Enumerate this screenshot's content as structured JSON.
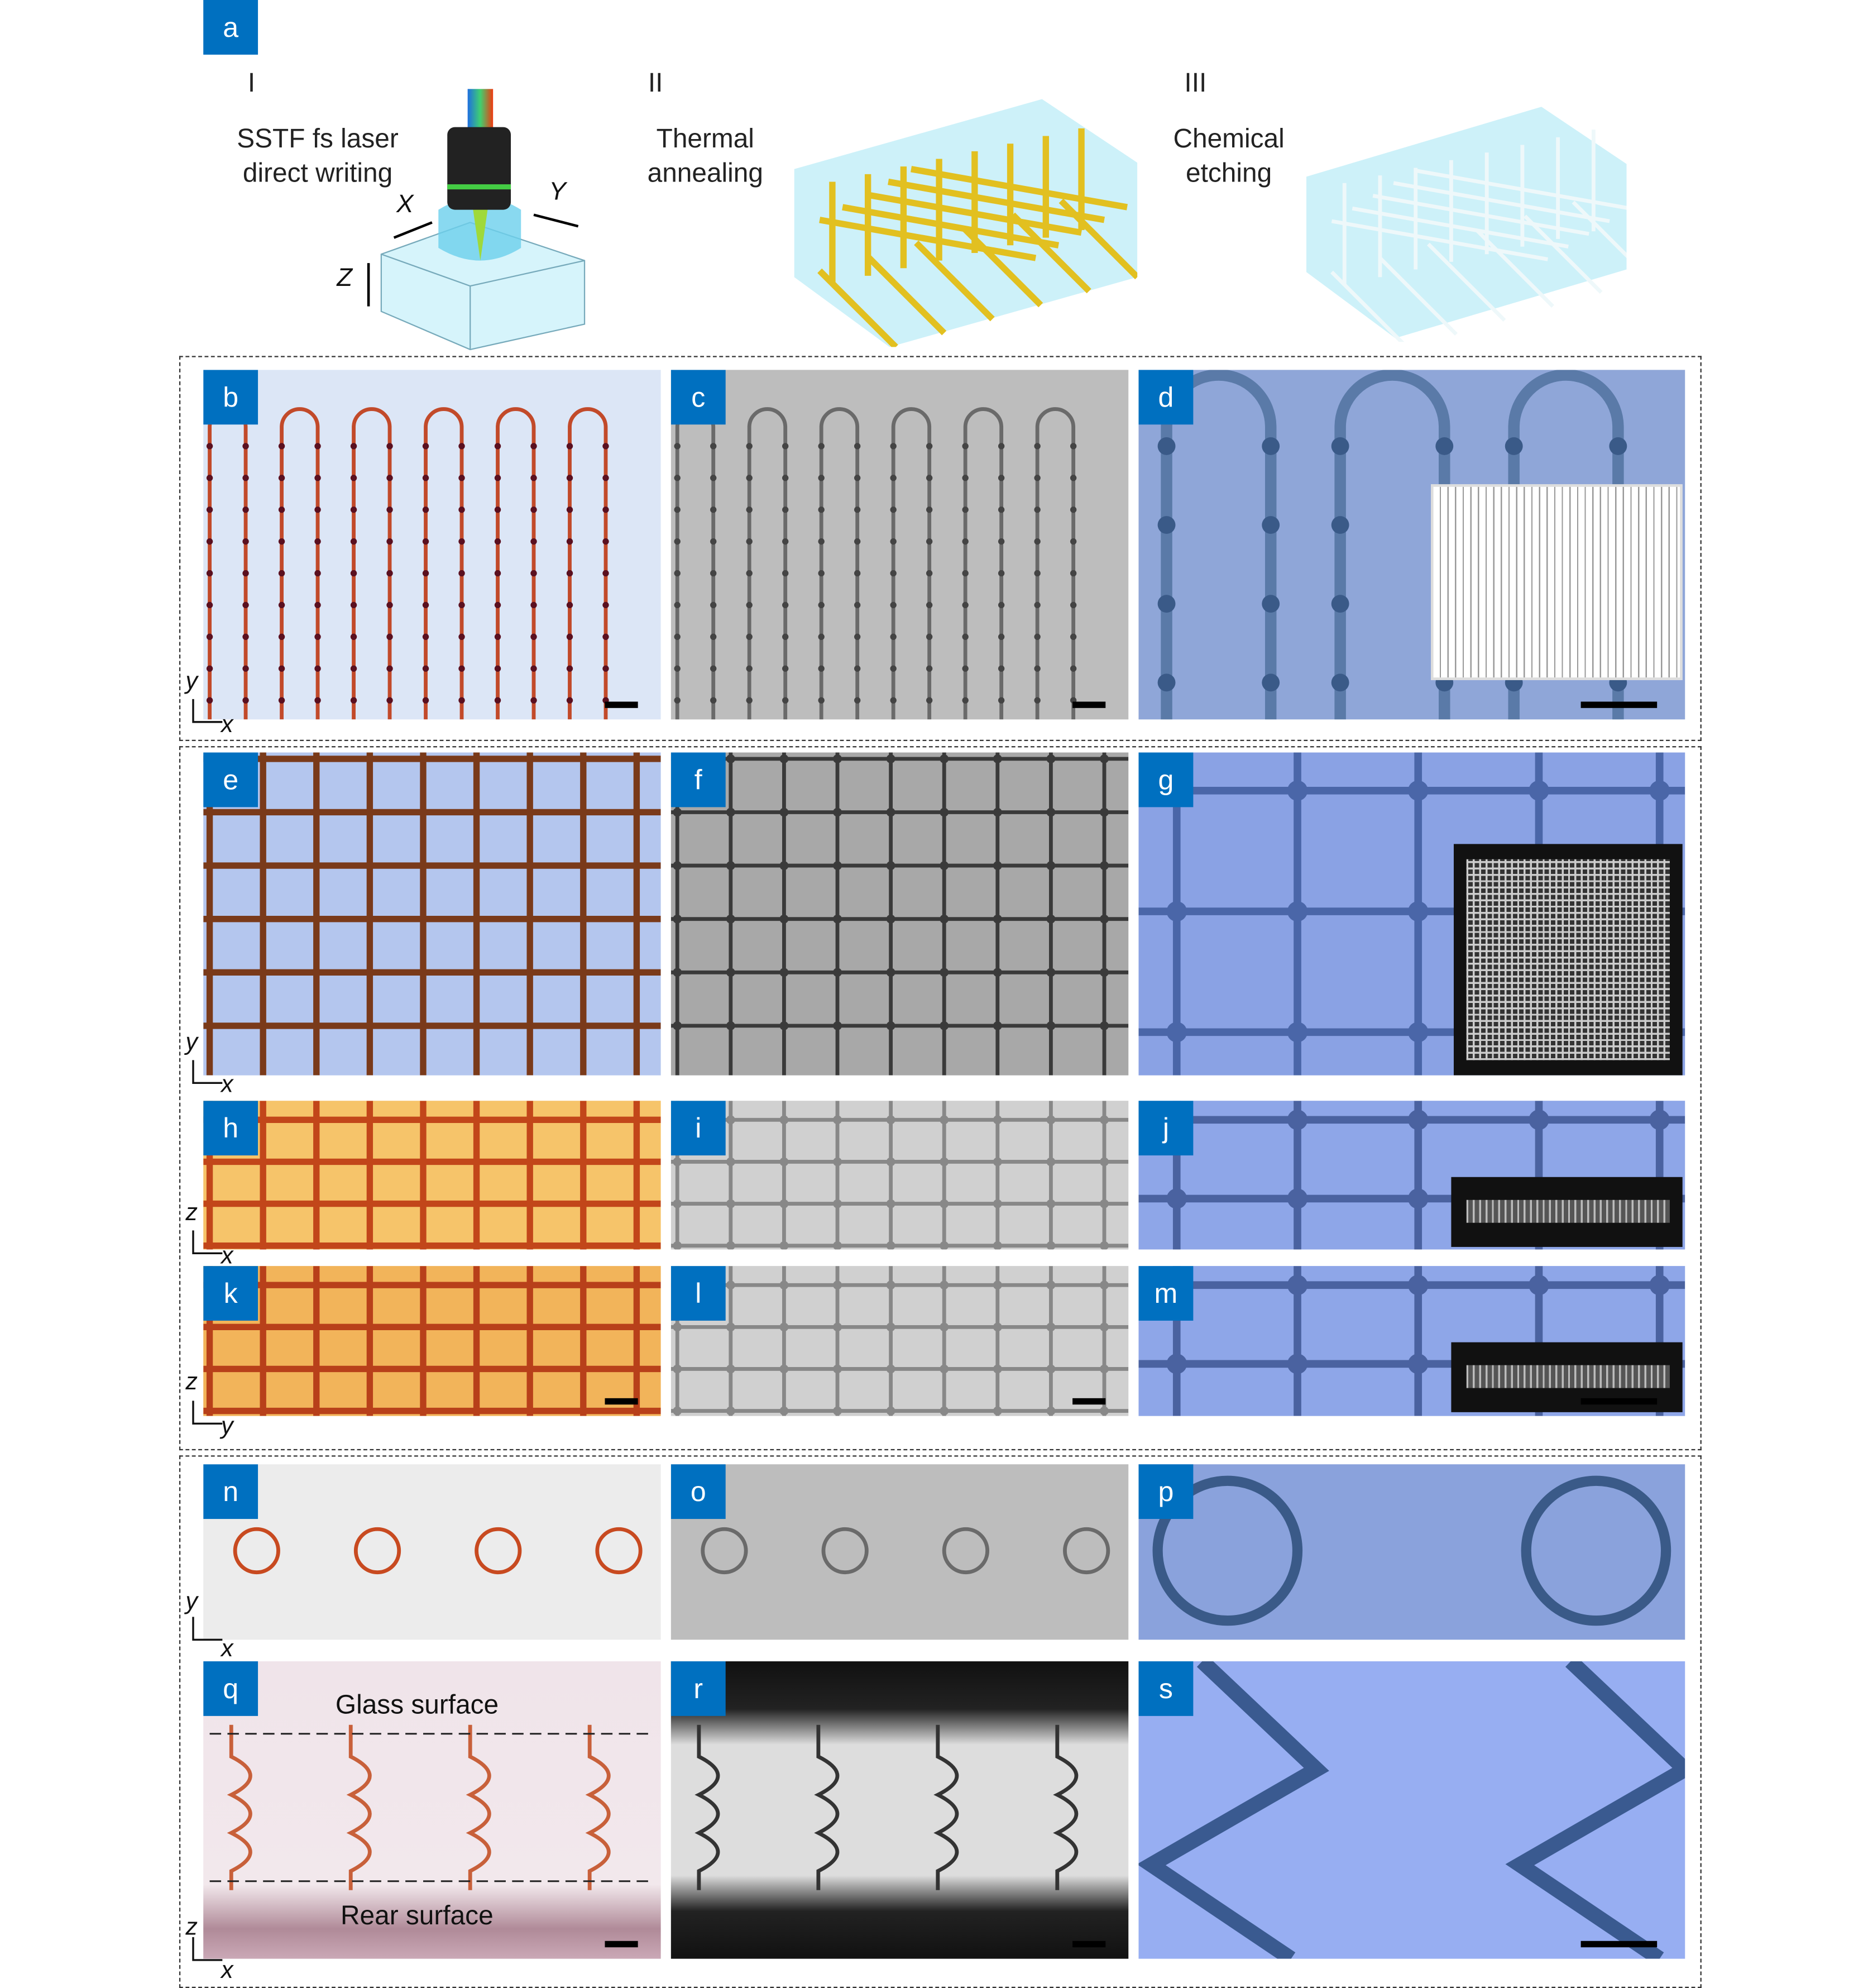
{
  "panels": {
    "a": "a",
    "b": "b",
    "c": "c",
    "d": "d",
    "e": "e",
    "f": "f",
    "g": "g",
    "h": "h",
    "i": "i",
    "j": "j",
    "k": "k",
    "l": "l",
    "m": "m",
    "n": "n",
    "o": "o",
    "p": "p",
    "q": "q",
    "r": "r",
    "s": "s"
  },
  "steps": [
    {
      "numeral": "I",
      "text": "SSTF fs laser direct writing"
    },
    {
      "numeral": "II",
      "text": "Thermal annealing"
    },
    {
      "numeral": "III",
      "text": "Chemical etching"
    }
  ],
  "stage_axes": {
    "x": "X",
    "y": "Y",
    "z": "Z"
  },
  "axes": {
    "y": "y",
    "x": "x",
    "z": "z"
  },
  "annotations": {
    "glass": "Glass surface",
    "rear": "Rear surface"
  },
  "colors": {
    "label_bg": "#0070c0",
    "red_channel": "#c0442a",
    "blue_bg": "#8aa0e0",
    "annealed_yellow": "#e8c22a"
  }
}
